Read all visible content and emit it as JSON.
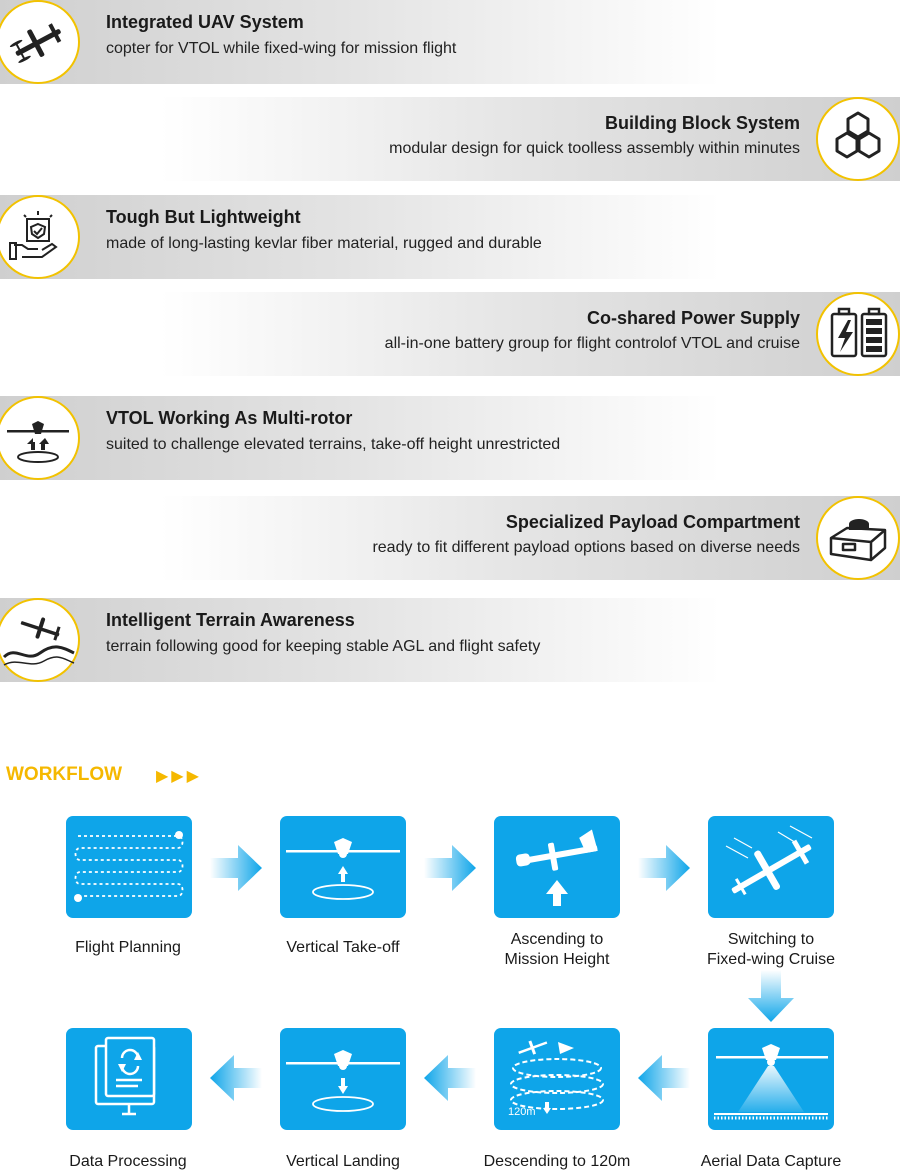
{
  "features": [
    {
      "title": "Integrated UAV System",
      "desc": "copter for VTOL while fixed-wing for mission flight",
      "icon": "vtol-drone-icon",
      "side": "left"
    },
    {
      "title": "Building Block System",
      "desc": "modular design for quick toolless assembly within minutes",
      "icon": "hexagon-blocks-icon",
      "side": "right"
    },
    {
      "title": "Tough But Lightweight",
      "desc": "made of long-lasting kevlar fiber material, rugged and durable",
      "icon": "hand-shield-icon",
      "side": "left"
    },
    {
      "title": "Co-shared Power Supply",
      "desc": "all-in-one battery group for flight controlof VTOL and cruise",
      "icon": "battery-icon",
      "side": "right"
    },
    {
      "title": "VTOL Working As Multi-rotor",
      "desc": "suited to challenge elevated terrains, take-off height unrestricted",
      "icon": "multirotor-icon",
      "side": "left"
    },
    {
      "title": "Specialized Payload Compartment",
      "desc": "ready to fit different payload options based on diverse needs",
      "icon": "payload-box-icon",
      "side": "right"
    },
    {
      "title": "Intelligent Terrain Awareness",
      "desc": "terrain following good for keeping stable AGL and flight safety",
      "icon": "terrain-icon",
      "side": "left"
    }
  ],
  "workflow": {
    "title": "WORKFLOW",
    "arrows": "▶▶▶",
    "accent": "#f5b800",
    "box_color": "#0ea5e9",
    "steps": [
      {
        "label": "Flight Planning",
        "icon": "route-planning-icon"
      },
      {
        "label": "Vertical Take-off",
        "icon": "takeoff-icon"
      },
      {
        "label": "Ascending to Mission Height",
        "line1": "Ascending to",
        "line2": "Mission Height",
        "icon": "ascending-icon"
      },
      {
        "label": "Switching to Fixed-wing Cruise",
        "line1": "Switching to",
        "line2": "Fixed-wing Cruise",
        "icon": "cruise-icon"
      },
      {
        "label": "Aerial Data Capture",
        "icon": "camera-capture-icon"
      },
      {
        "label": "Descending to 120m",
        "icon": "descending-spiral-icon",
        "badge": "120m"
      },
      {
        "label": "Vertical Landing",
        "icon": "landing-icon"
      },
      {
        "label": "Data Processing",
        "icon": "computer-processing-icon"
      }
    ]
  }
}
